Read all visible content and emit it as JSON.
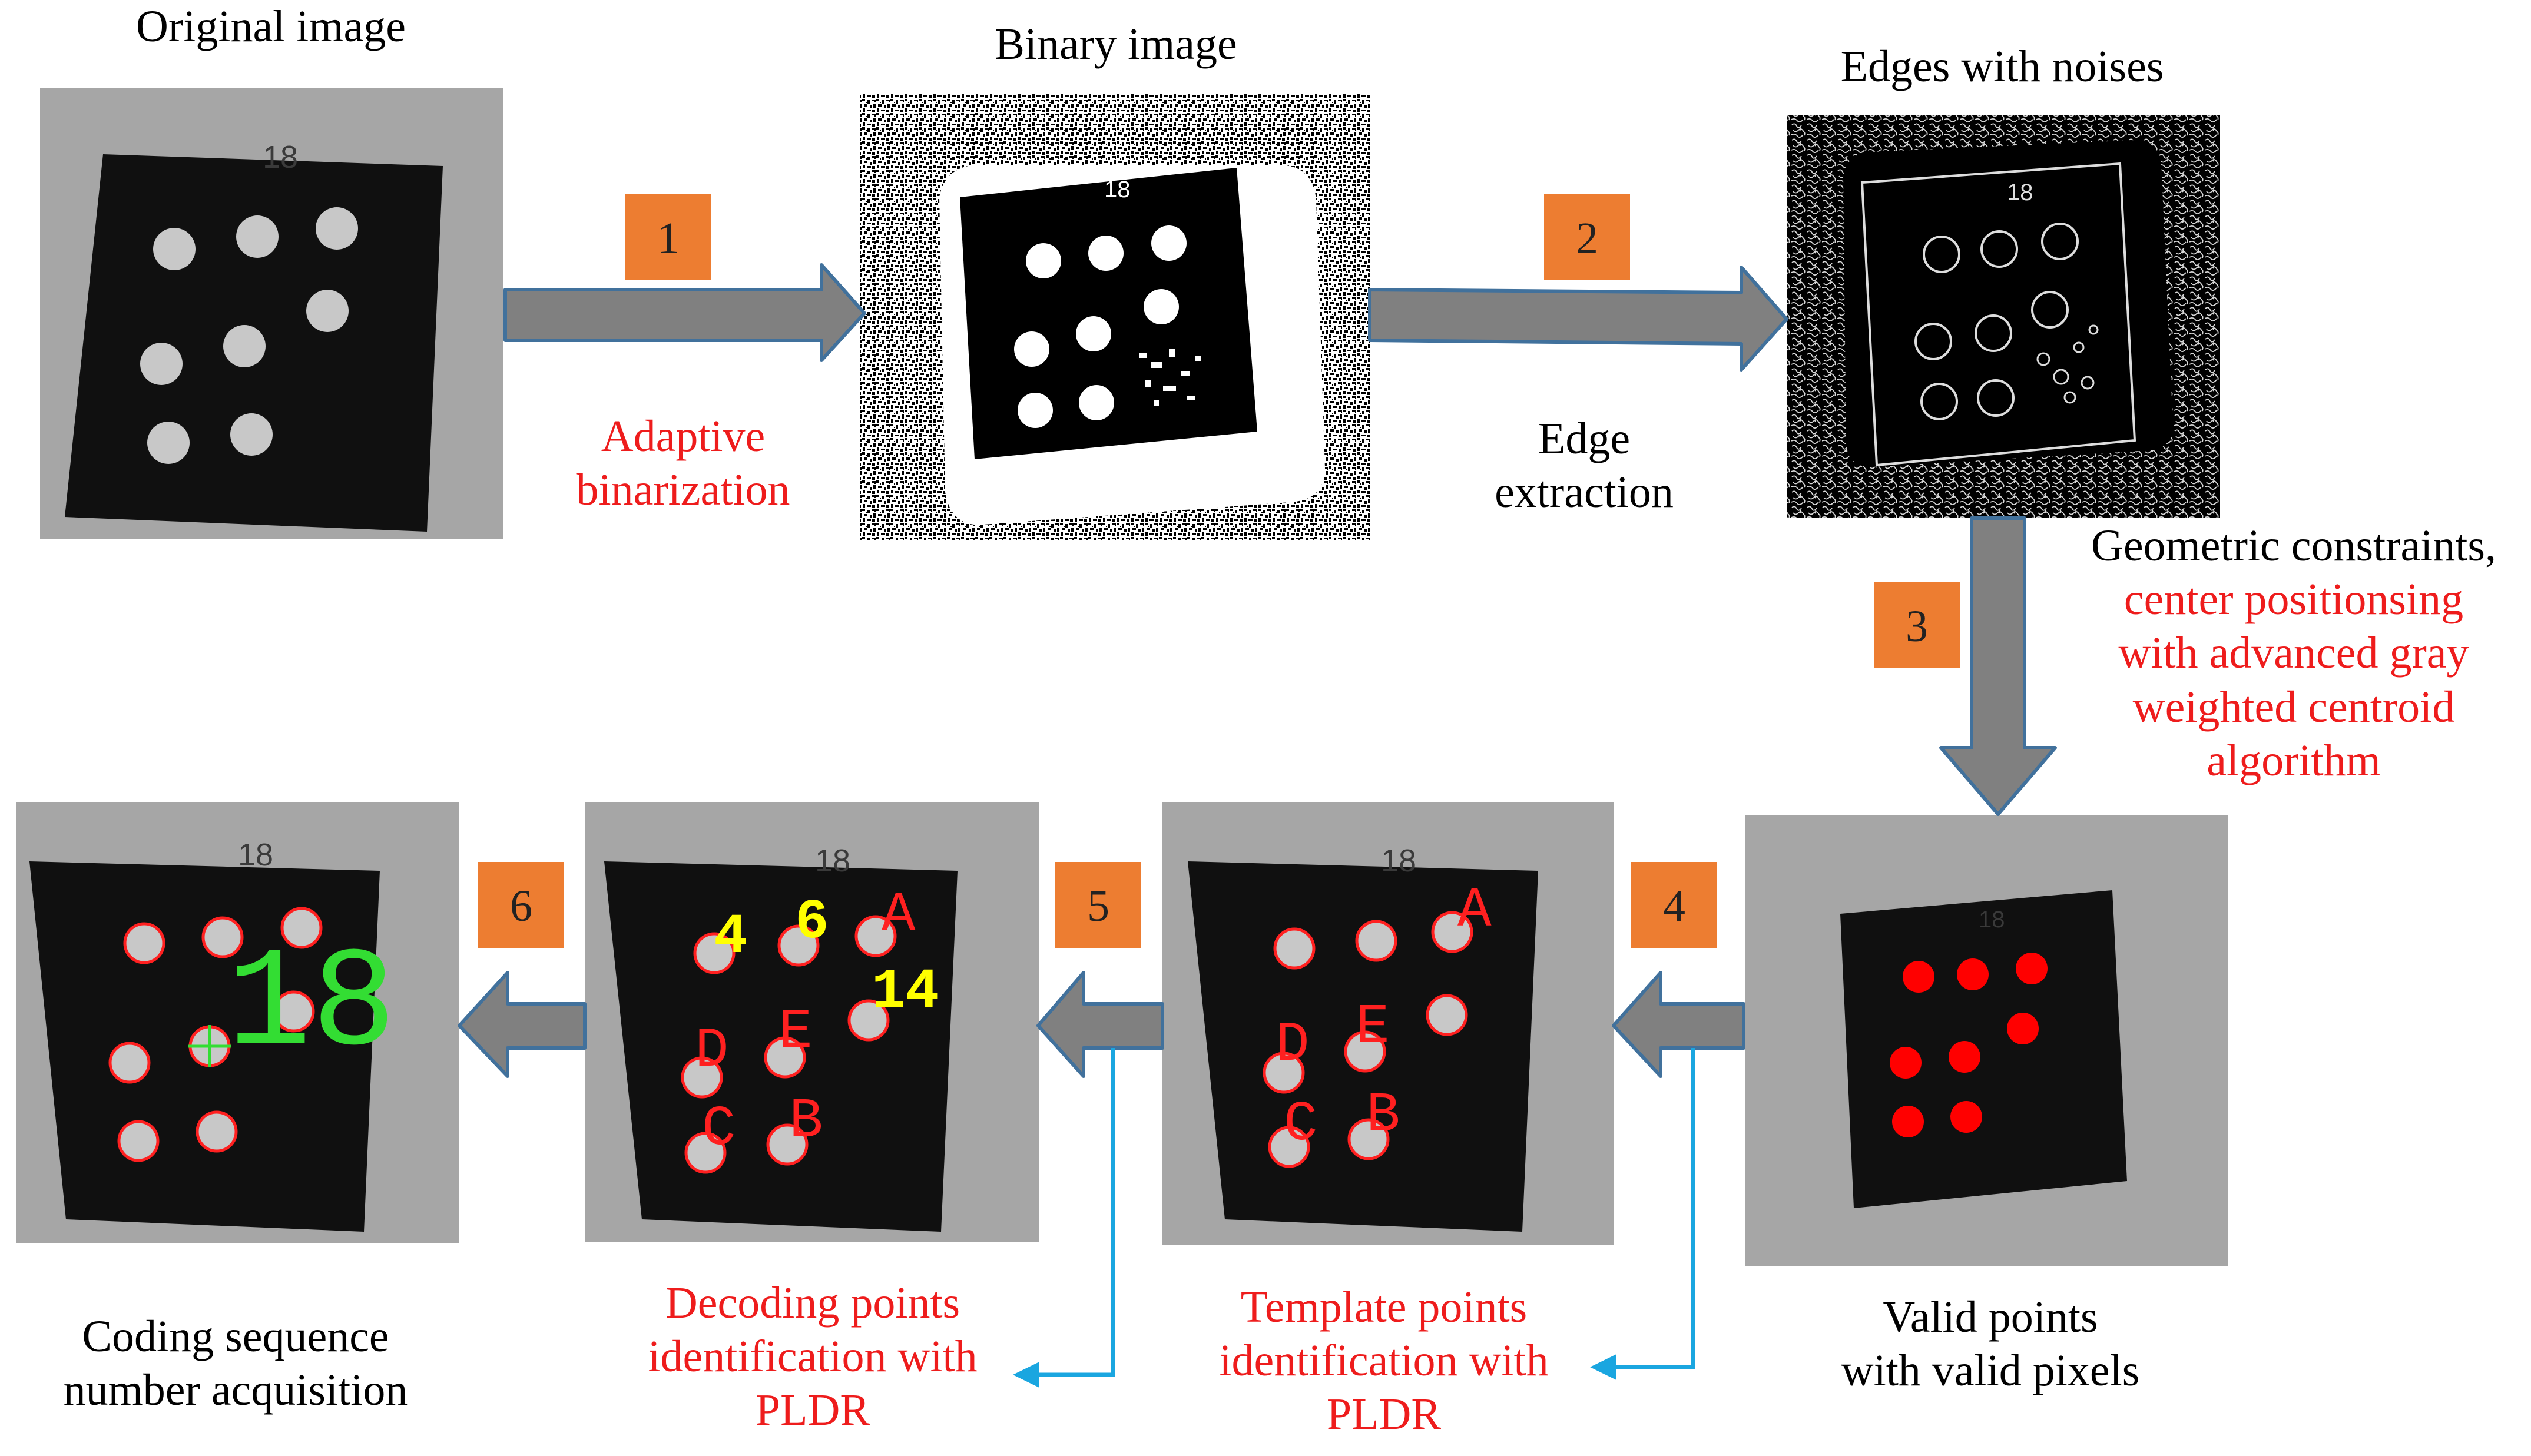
{
  "colors": {
    "black_text": "#000000",
    "red_text": "#ee1c1c",
    "step_box": "#ed7d31",
    "step_box_border": "#ffffff",
    "arrow_fill": "#808080",
    "arrow_stroke": "#41719c",
    "blue_pointer": "#1aa6e0",
    "board": "#101010",
    "background_gray": "#a6a6a6",
    "dot_gray": "#c8c8c8",
    "dot_red": "#ff0000",
    "outline_red": "#ff2020",
    "yellow_label": "#ffff00",
    "green_label": "#33dd33"
  },
  "panels": {
    "original": {
      "title": "Original image",
      "board_number": "18"
    },
    "binary": {
      "title": "Binary image",
      "board_number": "18"
    },
    "edges": {
      "title": "Edges with noises",
      "board_number": "18"
    },
    "valid": {
      "caption_line1": "Valid points",
      "caption_line2": "with valid pixels",
      "board_number": "18"
    },
    "template": {
      "caption_line1": "Template points",
      "caption_line2": "identification with",
      "caption_line3": "PLDR",
      "board_number": "18",
      "point_labels": [
        "A",
        "D",
        "E",
        "C",
        "B"
      ]
    },
    "decoding": {
      "caption_line1": "Decoding points",
      "caption_line2": "identification with",
      "caption_line3": "PLDR",
      "board_number": "18",
      "red_labels": [
        "A",
        "D",
        "E",
        "C",
        "B"
      ],
      "yellow_labels": [
        "4",
        "6",
        "14"
      ]
    },
    "coding": {
      "caption_line1": "Coding sequence",
      "caption_line2": "number acquisition",
      "board_number": "18",
      "code_number": "18"
    }
  },
  "steps": [
    {
      "number": "1",
      "label_line1": "Adaptive",
      "label_line2": "binarization"
    },
    {
      "number": "2",
      "label_line1": "Edge",
      "label_line2": "extraction"
    },
    {
      "number": "3",
      "label_line1": "Geometric constraints,",
      "label_line2": "center positionsing",
      "label_line3": "with advanced gray",
      "label_line4": "weighted centroid",
      "label_line5": "algorithm"
    },
    {
      "number": "4"
    },
    {
      "number": "5"
    },
    {
      "number": "6"
    }
  ]
}
